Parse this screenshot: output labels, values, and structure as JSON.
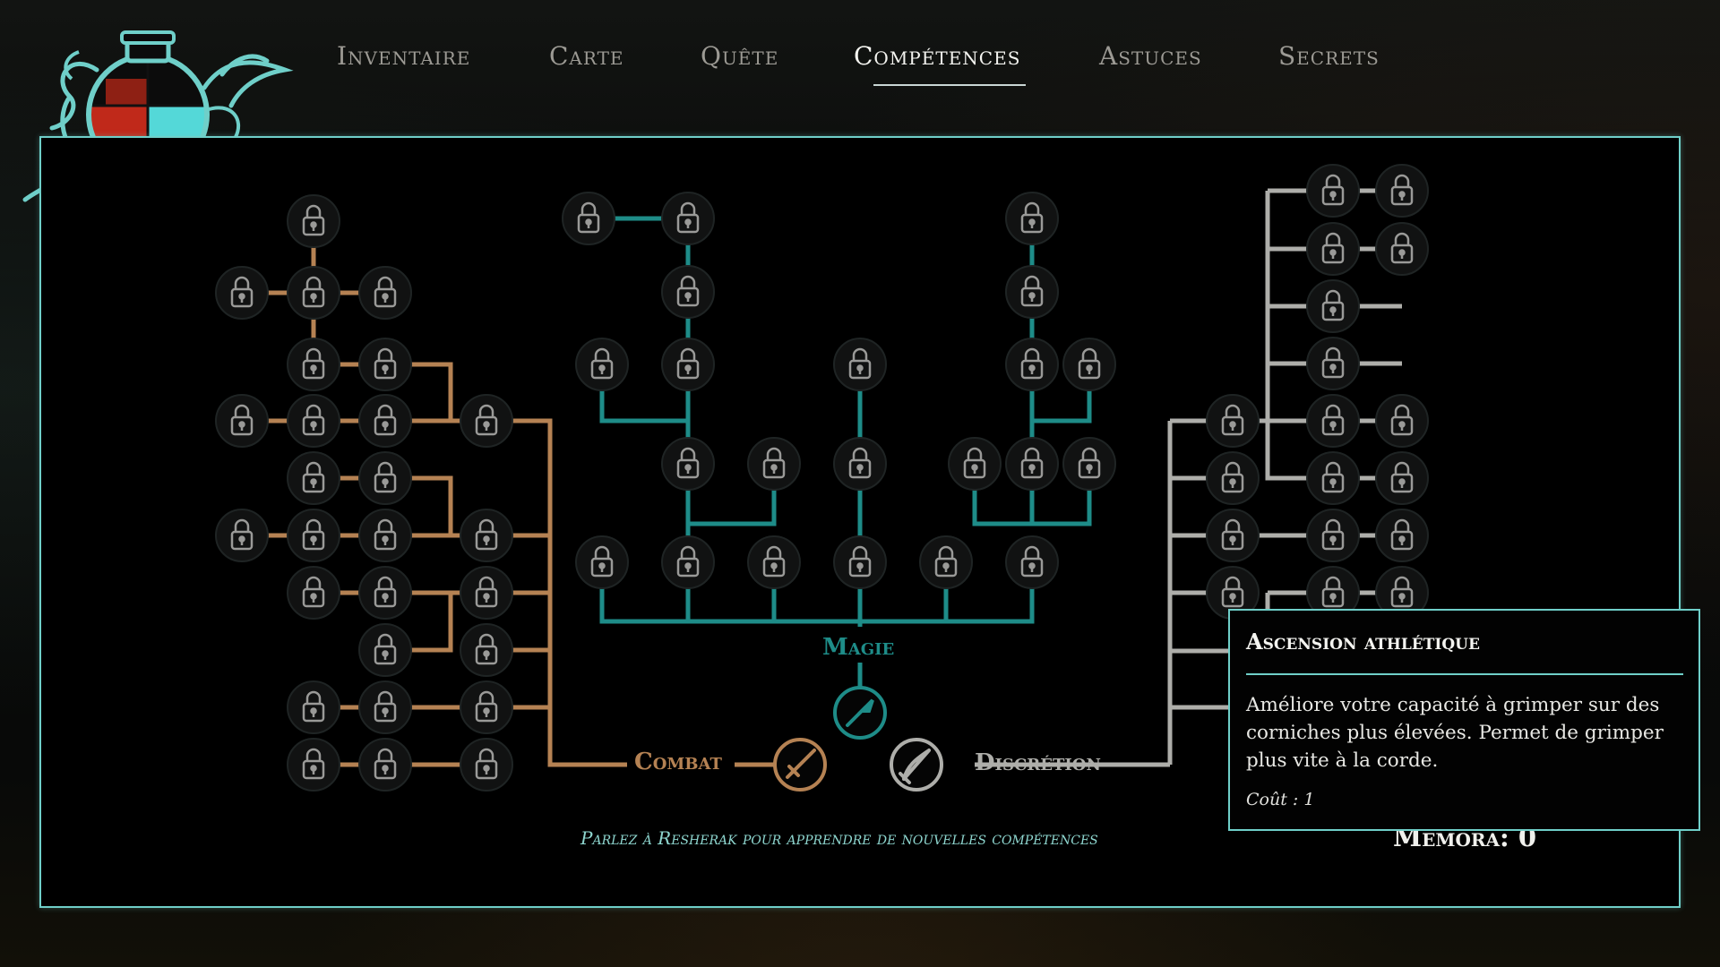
{
  "tabs": [
    {
      "id": "inventory",
      "label": "Inventaire",
      "active": false
    },
    {
      "id": "map",
      "label": "Carte",
      "active": false
    },
    {
      "id": "quest",
      "label": "Quête",
      "active": false
    },
    {
      "id": "skills",
      "label": "Compétences",
      "active": true
    },
    {
      "id": "tips",
      "label": "Astuces",
      "active": false
    },
    {
      "id": "secrets",
      "label": "Secrets",
      "active": false
    }
  ],
  "categories": {
    "combat": {
      "label": "Combat",
      "color": "#b58253",
      "icon": "sword-icon"
    },
    "magic": {
      "label": "Magie",
      "color": "#1e8c88",
      "icon": "magic-staff-icon"
    },
    "stealth": {
      "label": "Discrétion",
      "color": "#aeaeaa",
      "icon": "dagger-icon"
    }
  },
  "hint": "Parlez à Resherak pour apprendre de nouvelles compétences",
  "memora": "Memora: 0",
  "tooltip": {
    "title": "Ascension athlétique",
    "description": "Améliore votre capacité à grimper sur des corniches plus élevées. Permet de grimper plus vite à la corde.",
    "cost": "Coût : 1"
  },
  "node_icon": "padlock-icon",
  "colors": {
    "accent": "#6fcfc9",
    "combat": "#b58253",
    "magic": "#1e8c88",
    "stealth": "#aeaeaa",
    "health": "#c0291a",
    "mana": "#54d8d8"
  }
}
